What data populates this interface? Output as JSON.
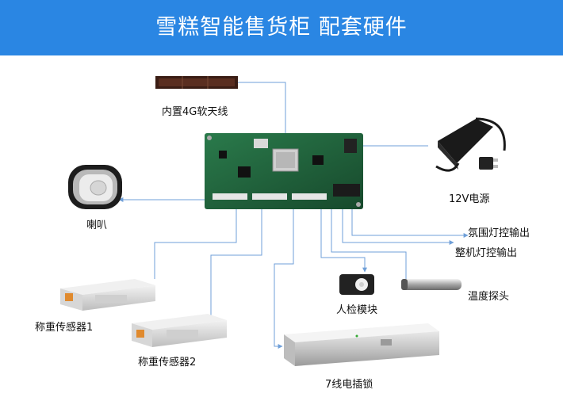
{
  "header": {
    "title": "雪糕智能售货柜  配套硬件"
  },
  "components": {
    "antenna": "内置4G软天线",
    "power": "12V电源",
    "speaker": "喇叭",
    "ambient_light": "氛围灯控输出",
    "machine_light": "整机灯控输出",
    "temp_probe": "温度探头",
    "motion_sensor": "人检模块",
    "scale1": "称重传感器1",
    "scale2": "称重传感器2",
    "lock": "7线电插锁"
  },
  "colors": {
    "header_bg": "#2a86e3",
    "wire": "#6f9fd8",
    "board": "#1f5e3a"
  }
}
